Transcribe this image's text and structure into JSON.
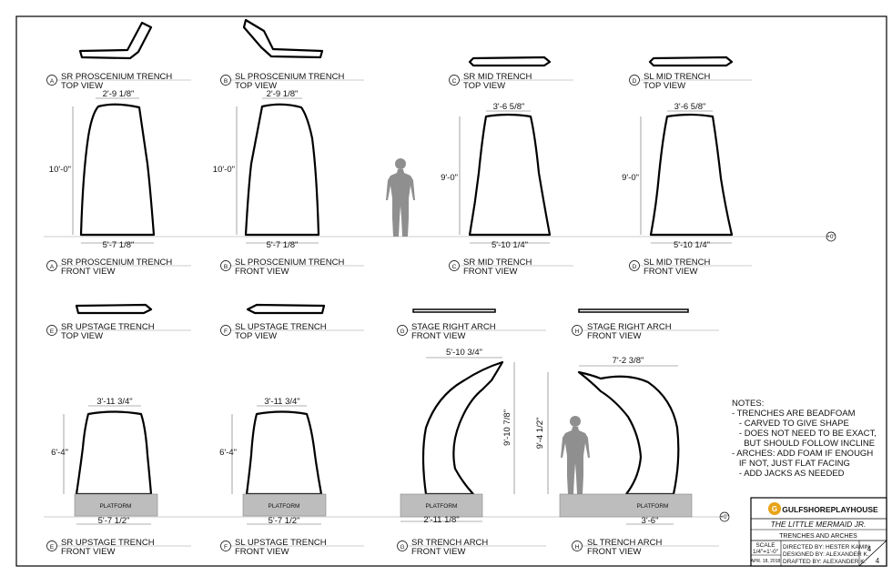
{
  "views": {
    "a_top": {
      "tag": "A",
      "line1": "SR PROSCENIUM TRENCH",
      "line2": "TOP VIEW"
    },
    "b_top": {
      "tag": "B",
      "line1": "SL PROSCENIUM TRENCH",
      "line2": "TOP VIEW"
    },
    "c_top": {
      "tag": "C",
      "line1": "SR MID TRENCH",
      "line2": "TOP VIEW"
    },
    "d_top": {
      "tag": "D",
      "line1": "SL MID TRENCH",
      "line2": "TOP VIEW"
    },
    "a_front": {
      "tag": "A",
      "line1": "SR PROSCENIUM TRENCH",
      "line2": "FRONT VIEW"
    },
    "b_front": {
      "tag": "B",
      "line1": "SL PROSCENIUM TRENCH",
      "line2": "FRONT VIEW"
    },
    "c_front": {
      "tag": "C",
      "line1": "SR MID TRENCH",
      "line2": "FRONT VIEW"
    },
    "d_front": {
      "tag": "D",
      "line1": "SL MID TRENCH",
      "line2": "FRONT VIEW"
    },
    "e_top": {
      "tag": "E",
      "line1": "SR UPSTAGE TRENCH",
      "line2": "TOP VIEW"
    },
    "f_top": {
      "tag": "F",
      "line1": "SL UPSTAGE TRENCH",
      "line2": "TOP VIEW"
    },
    "g_top": {
      "tag": "G",
      "line1": "STAGE RIGHT ARCH",
      "line2": "FRONT VIEW"
    },
    "h_top": {
      "tag": "H",
      "line1": "STAGE RIGHT ARCH",
      "line2": "FRONT VIEW"
    },
    "e_front": {
      "tag": "E",
      "line1": "SR UPSTAGE TRENCH",
      "line2": "FRONT VIEW"
    },
    "f_front": {
      "tag": "F",
      "line1": "SL UPSTAGE TRENCH",
      "line2": "FRONT VIEW"
    },
    "g_front": {
      "tag": "G",
      "line1": "SR TRENCH ARCH",
      "line2": "FRONT VIEW"
    },
    "h_front": {
      "tag": "H",
      "line1": "SL TRENCH ARCH",
      "line2": "FRONT VIEW"
    }
  },
  "dims": {
    "a_top": "2'-9 1/8\"",
    "a_height": "10'-0\"",
    "a_bottom": "5'-7 1/8\"",
    "b_top": "2'-9 1/8\"",
    "b_height": "10'-0\"",
    "b_bottom": "5'-7 1/8\"",
    "c_top": "3'-6 5/8\"",
    "c_height": "9'-0\"",
    "c_bottom": "5'-10 1/4\"",
    "d_top": "3'-6 5/8\"",
    "d_height": "9'-0\"",
    "d_bottom": "5'-10 1/4\"",
    "e_top": "3'-11 3/4\"",
    "e_height": "6'-4\"",
    "e_bottom": "5'-7 1/2\"",
    "f_top": "3'-11 3/4\"",
    "f_height": "6'-4\"",
    "f_bottom": "5'-7 1/2\"",
    "g_top": "5'-10 3/4\"",
    "g_height": "9'-10 7/8\"",
    "g_bottom": "2'-11 1/8\"",
    "h_top": "7'-2 3/8\"",
    "h_height": "9'-4 1/2\"",
    "h_bottom": "3'-6\""
  },
  "elevation_marker": "+0\"",
  "platform_label": "PLATFORM",
  "notes": {
    "title": "NOTES:",
    "lines": [
      "- TRENCHES ARE BEADFOAM",
      "   - CARVED TO GIVE SHAPE",
      "   - DOES NOT NEED TO BE EXACT,",
      "     BUT SHOULD FOLLOW INCLINE",
      "- ARCHES: ADD FOAM IF ENOUGH",
      "   IF NOT, JUST FLAT FACING",
      "   - ADD JACKS AS NEEDED"
    ]
  },
  "title_block": {
    "logo_text": "GULFSHOREPLAYHOUSE",
    "show_title": "THE LITTLE MERMAID JR.",
    "sheet_title": "TRENCHES AND ARCHES",
    "scale_label": "SCALE",
    "scale_value": "1/4\"=1'-0\"",
    "date": "APR. 18, 2018",
    "directed_by": "DIRECTED BY: HESTER KAMIN",
    "designed_by": "DESIGNED BY: ALEXANDER K.",
    "drafted_by": "DRAFTED BY: ALEXANDER K.",
    "sheet_num": "4",
    "sheet_total": "4"
  },
  "colors": {
    "accent": "#e8a317",
    "figure": "#8f8f8f",
    "platform": "#bdbdbd"
  }
}
